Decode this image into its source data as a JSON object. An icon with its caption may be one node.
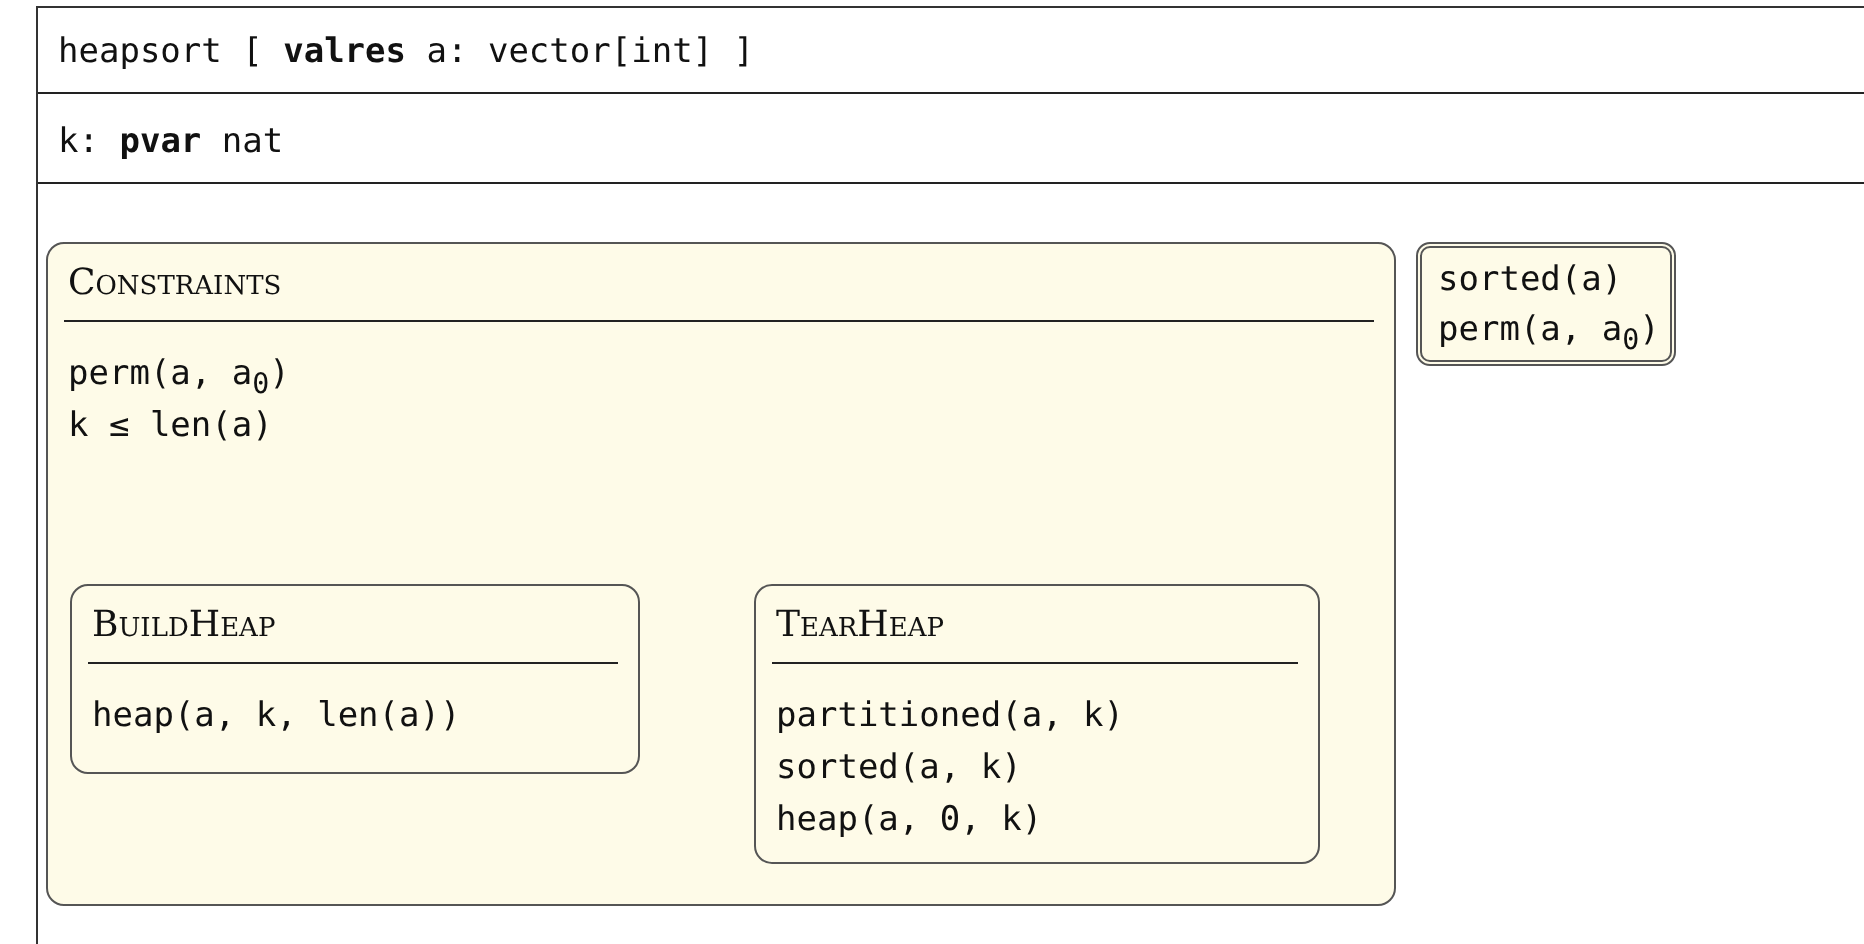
{
  "diagram": {
    "nodes": [
      {
        "text": [
          "heapsort [ **valres** a: vector[int] ]",
          "k: **pvar** nat"
        ]
      },
      {
        "text": [
          "Constraints",
          "perm(a, a$_{0}$)",
          "k ≤ len(a)"
        ],
        "in": 0
      },
      {
        "text": [
          "BuildHeap",
          "heap(a, k, len(a))"
        ],
        "in": 1
      },
      {
        "text": [
          "TearHeap",
          "partitioned(a, k)",
          "sorted(a, k)",
          "heap(a, 0, k)"
        ],
        "in": 1
      },
      {
        "text": [
          "sorted(a)",
          "perm(a, a$_{0}$)"
        ],
        "in": 0
      }
    ],
    "edges": []
  }
}
